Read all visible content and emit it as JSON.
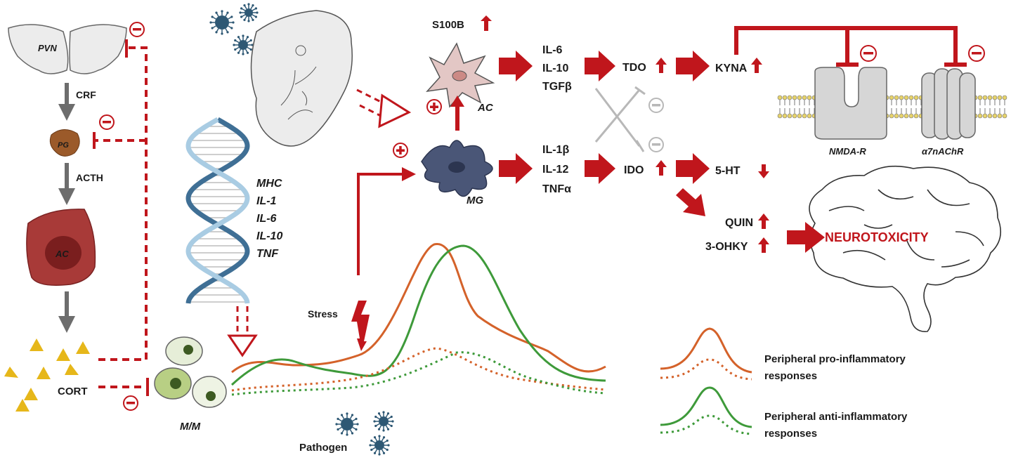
{
  "hpa_axis": {
    "pvn": "PVN",
    "crf": "CRF",
    "pg": "PG",
    "acth": "ACTH",
    "ac": "AC",
    "cort": "CORT",
    "inhibit_symbol": "−"
  },
  "genes": [
    "MHC",
    "IL-1",
    "IL-6",
    "IL-10",
    "TNF"
  ],
  "cells": {
    "mm": "M/M",
    "ac": "AC",
    "mg": "MG",
    "s100b": "S100B",
    "activate_symbol": "+"
  },
  "stress": "Stress",
  "pathogen": "Pathogen",
  "astro_cytokines": [
    "IL-6",
    "IL-10",
    "TGFβ"
  ],
  "microglia_cytokines": [
    "IL-1β",
    "IL-12",
    "TNFα"
  ],
  "enzymes": {
    "tdo": "TDO",
    "ido": "IDO"
  },
  "metabolites": {
    "kyna": "KYNA",
    "serotonin": "5-HT",
    "quin": "QUIN",
    "ohky": "3-OHKY"
  },
  "receptors": {
    "nmda": "NMDA-R",
    "a7": "α7nAChR"
  },
  "neurotoxicity": "NEUROTOXICITY",
  "legend": {
    "pro_line1": "Peripheral pro-inflammatory",
    "pro_line2": "responses",
    "anti_line1": "Peripheral anti-inflammatory",
    "anti_line2": "responses"
  },
  "colors": {
    "red": "#c0161c",
    "orange": "#d4622a",
    "green": "#3e9a3a",
    "gray": "#6d6d6d",
    "dna_dark": "#3f6f95",
    "dna_light": "#a9cce3"
  }
}
